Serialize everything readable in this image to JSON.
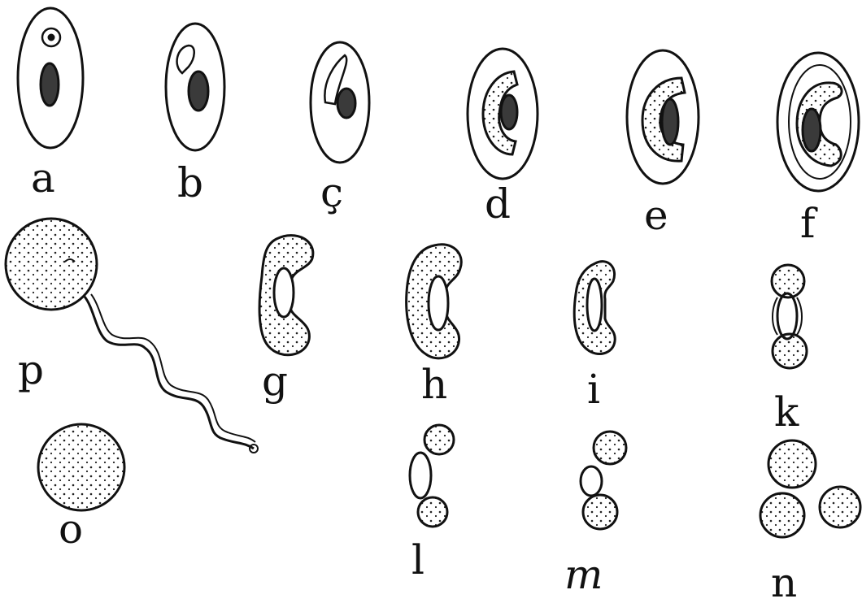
{
  "figure": {
    "labels": {
      "a": "a",
      "b": "b",
      "c": "ç",
      "d": "d",
      "e": "e",
      "f": "f",
      "p": "p",
      "g": "g",
      "h": "h",
      "i": "i",
      "k": "k",
      "o": "o",
      "l": "l",
      "m": "m",
      "n": "n"
    }
  },
  "colors": {
    "ink": "#111111",
    "nucleus": "#3a3a3a",
    "paper": "#ffffff"
  }
}
